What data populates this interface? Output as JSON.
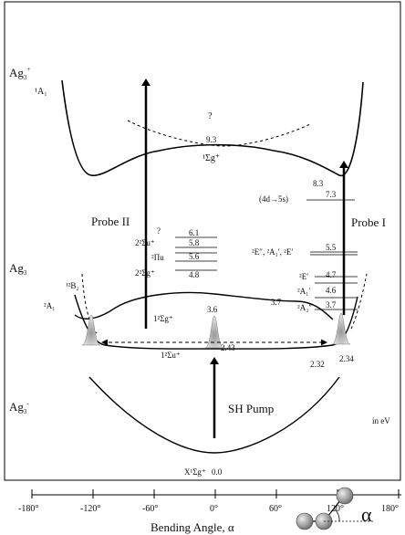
{
  "states": {
    "cation": {
      "label": "Ag",
      "sub": "3",
      "sup": "+"
    },
    "neutral": {
      "label": "Ag",
      "sub": "3"
    },
    "anion": {
      "label": "Ag",
      "sub": "3",
      "sup": "-"
    }
  },
  "cation_labels": {
    "a1": "¹A₁",
    "question": "?",
    "sigma_val": "9.3",
    "sigma_term": "¹Σg⁺",
    "right_val": "8.3"
  },
  "transition": {
    "label": "(4d→5s)",
    "value": "7.3"
  },
  "probes": {
    "probe2": "Probe II",
    "probe1": "Probe I",
    "pump": "SH Pump"
  },
  "middle_levels": [
    {
      "term": "?",
      "value": "6.1"
    },
    {
      "term": "2²Σu⁺",
      "value": "5.8"
    },
    {
      "term": "²Πu",
      "value": "5.6"
    },
    {
      "term": "2²Σg⁺",
      "value": "4.8"
    }
  ],
  "right_levels": [
    {
      "term": "²E″, ²A₁′, ²E′",
      "value": "5.5"
    },
    {
      "term": "²E′",
      "value": "4.7"
    },
    {
      "term": "²A₁′",
      "value": "4.6"
    },
    {
      "term": "²A₂″",
      "value": "3.7"
    }
  ],
  "neutral_labels": {
    "b2": "¹²B₂",
    "a1": "²A₁",
    "upper_term": "1²Σg⁺",
    "upper_val": "3.6",
    "lower_term": "1²Σu⁺",
    "upper_side_val": "3.7",
    "geo_center": "2.43",
    "geo_left": "2.32",
    "geo_right": "2.34"
  },
  "anion_labels": {
    "ground_term": "X¹Σg⁺",
    "ground_val": "0.0",
    "units": "in eV"
  },
  "axis": {
    "ticks": [
      "-180°",
      "-120°",
      "-60°",
      "0°",
      "60°",
      "120°",
      "180°"
    ],
    "title": "Bending Angle, α",
    "alpha_symbol": "α"
  }
}
